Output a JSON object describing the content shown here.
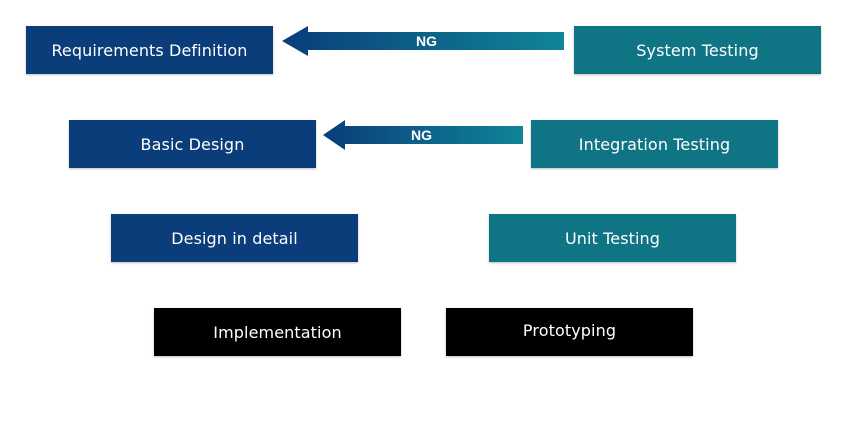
{
  "left_column": {
    "requirements": "Requirements Definition",
    "basic_design": "Basic Design",
    "detail_design": "Design in detail",
    "implementation": "Implementation"
  },
  "right_column": {
    "system_testing": "System Testing",
    "integration_testing": "Integration Testing",
    "unit_testing": "Unit Testing",
    "prototyping": "Prototyping"
  },
  "arrows": {
    "top_label": "NG",
    "middle_label": "NG"
  },
  "colors": {
    "design_blue": "#0a3d7a",
    "testing_teal": "#0f7585",
    "build_black": "#000000"
  }
}
